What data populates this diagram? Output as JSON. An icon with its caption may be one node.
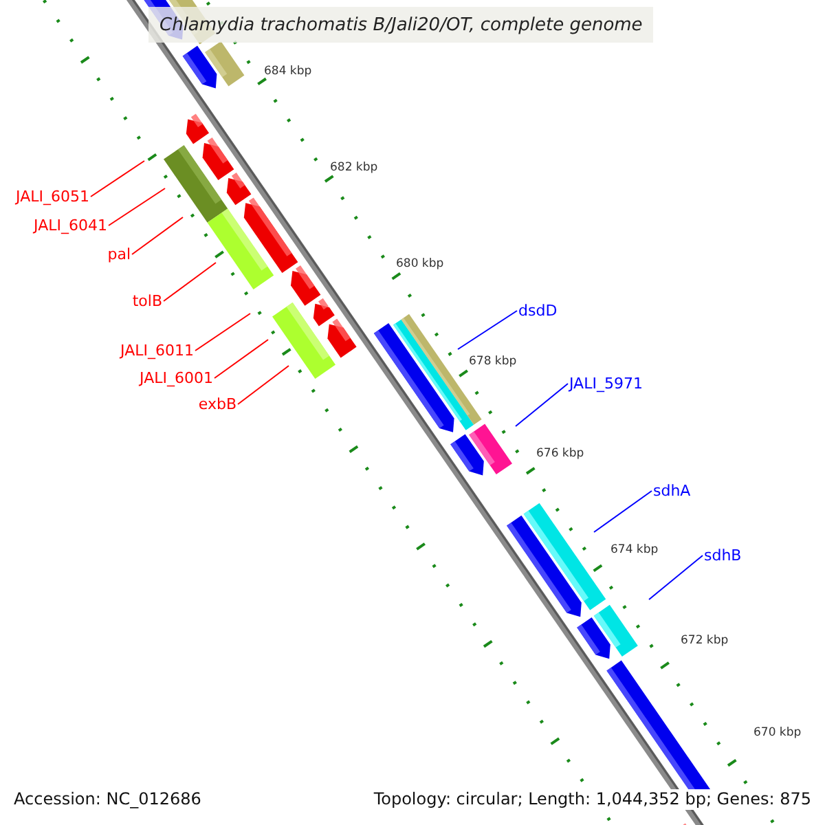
{
  "diagram": {
    "title": "Chlamydia trachomatis B/Jali20/OT, complete genome",
    "nodes": [
      {
        "text": [
          "JALI_6051"
        ]
      },
      {
        "text": [
          "JALI_6041"
        ]
      },
      {
        "text": [
          "pal"
        ]
      },
      {
        "text": [
          "tolB"
        ]
      },
      {
        "text": [
          "dsdD"
        ]
      },
      {
        "text": [
          "JALI_6011"
        ]
      },
      {
        "text": [
          "JALI_6001"
        ]
      },
      {
        "text": [
          "JALI_5971"
        ]
      },
      {
        "text": [
          "exbB"
        ]
      },
      {
        "text": [
          "sdhA"
        ]
      },
      {
        "text": [
          "sdhB"
        ]
      }
    ],
    "edges": [
      {
        "from": 0,
        "to": null,
        "arrow": "none"
      },
      {
        "from": 1,
        "to": null,
        "arrow": "none"
      },
      {
        "from": 2,
        "to": null,
        "arrow": "none"
      },
      {
        "from": 3,
        "to": null,
        "arrow": "none"
      },
      {
        "from": 4,
        "to": null,
        "arrow": "none",
        "color": "#0000ff"
      },
      {
        "from": 5,
        "to": null,
        "arrow": "none"
      },
      {
        "from": 6,
        "to": null,
        "arrow": "none"
      },
      {
        "from": 7,
        "to": null,
        "arrow": "none",
        "color": "#0000ff"
      },
      {
        "from": 8,
        "to": null,
        "arrow": "none"
      },
      {
        "from": 9,
        "to": null,
        "arrow": "none",
        "color": "#0000ff"
      },
      {
        "from": 10,
        "to": null,
        "arrow": "none",
        "color": "#0000ff"
      }
    ],
    "labels": [
      "684 kbp",
      "682 kbp",
      "680 kbp",
      "678 kbp",
      "676 kbp",
      "674 kbp",
      "672 kbp",
      "670 kbp",
      "Accession: NC_012686",
      "Topology: circular; Length: 1,044,352 bp; Genes: 875"
    ]
  }
}
